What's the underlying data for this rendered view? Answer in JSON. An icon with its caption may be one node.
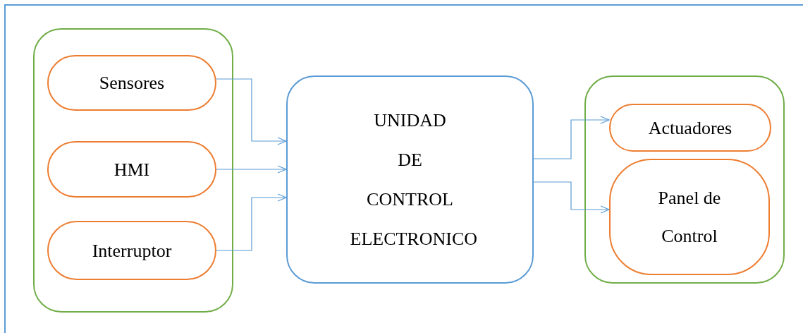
{
  "diagram": {
    "nodes": [
      {
        "text": [],
        "shape": "box"
      },
      {
        "text": [
          "Sensores"
        ],
        "in": 0
      },
      {
        "text": [
          "HMI"
        ],
        "in": 0
      },
      {
        "text": [
          "Interruptor"
        ],
        "in": 0
      },
      {
        "text": [
          "UNIDAD DE CONTROL ELECTRONICO"
        ]
      },
      {
        "text": [],
        "shape": "box"
      },
      {
        "text": [
          "Actuadores"
        ],
        "in": 5
      },
      {
        "text": [
          "Panel de Control"
        ],
        "in": 5
      }
    ],
    "edges": [
      {
        "from": 1,
        "to": 4,
        "arrow": "to"
      },
      {
        "from": 2,
        "to": 4,
        "arrow": "to"
      },
      {
        "from": 3,
        "to": 4,
        "arrow": "to"
      },
      {
        "from": 4,
        "to": 6,
        "arrow": "to"
      },
      {
        "from": 4,
        "to": 7,
        "arrow": "to"
      }
    ]
  }
}
